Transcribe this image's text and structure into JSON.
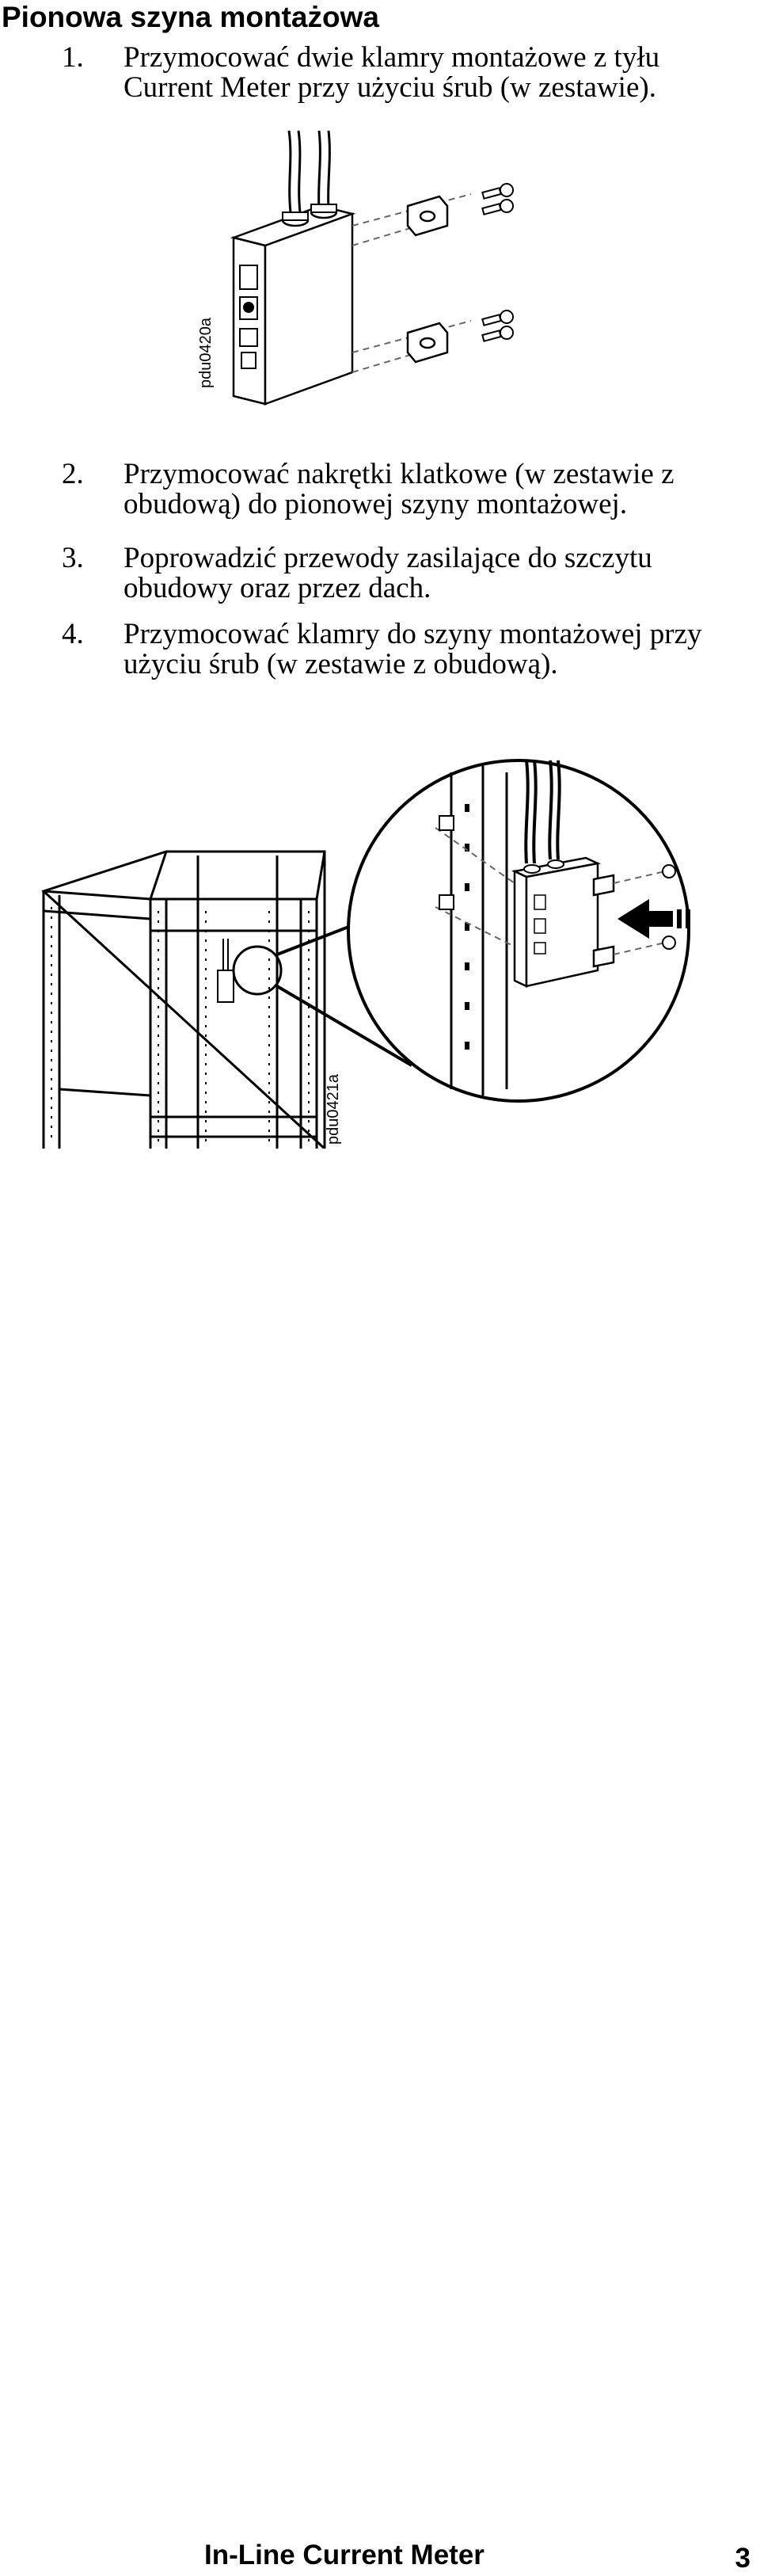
{
  "heading": "Pionowa szyna montażowa",
  "steps": [
    {
      "num": "1.",
      "text": "Przymocować dwie klamry montażowe z tyłu Current Meter przy użyciu śrub (w zestawie)."
    },
    {
      "num": "2.",
      "text": "Przymocować nakrętki klatkowe (w zestawie z obudową) do pionowej szyny montażowej."
    },
    {
      "num": "3.",
      "text": "Poprowadzić przewody zasilające do szczytu obudowy oraz przez dach."
    },
    {
      "num": "4.",
      "text": "Przymocować klamry do szyny montażowej przy użyciu śrub (w zestawie z obudową)."
    }
  ],
  "figures": {
    "fig1_label": "pdu0420a",
    "fig2_label": "pdu0421a"
  },
  "footer": {
    "title": "In-Line Current Meter",
    "page": "3"
  }
}
